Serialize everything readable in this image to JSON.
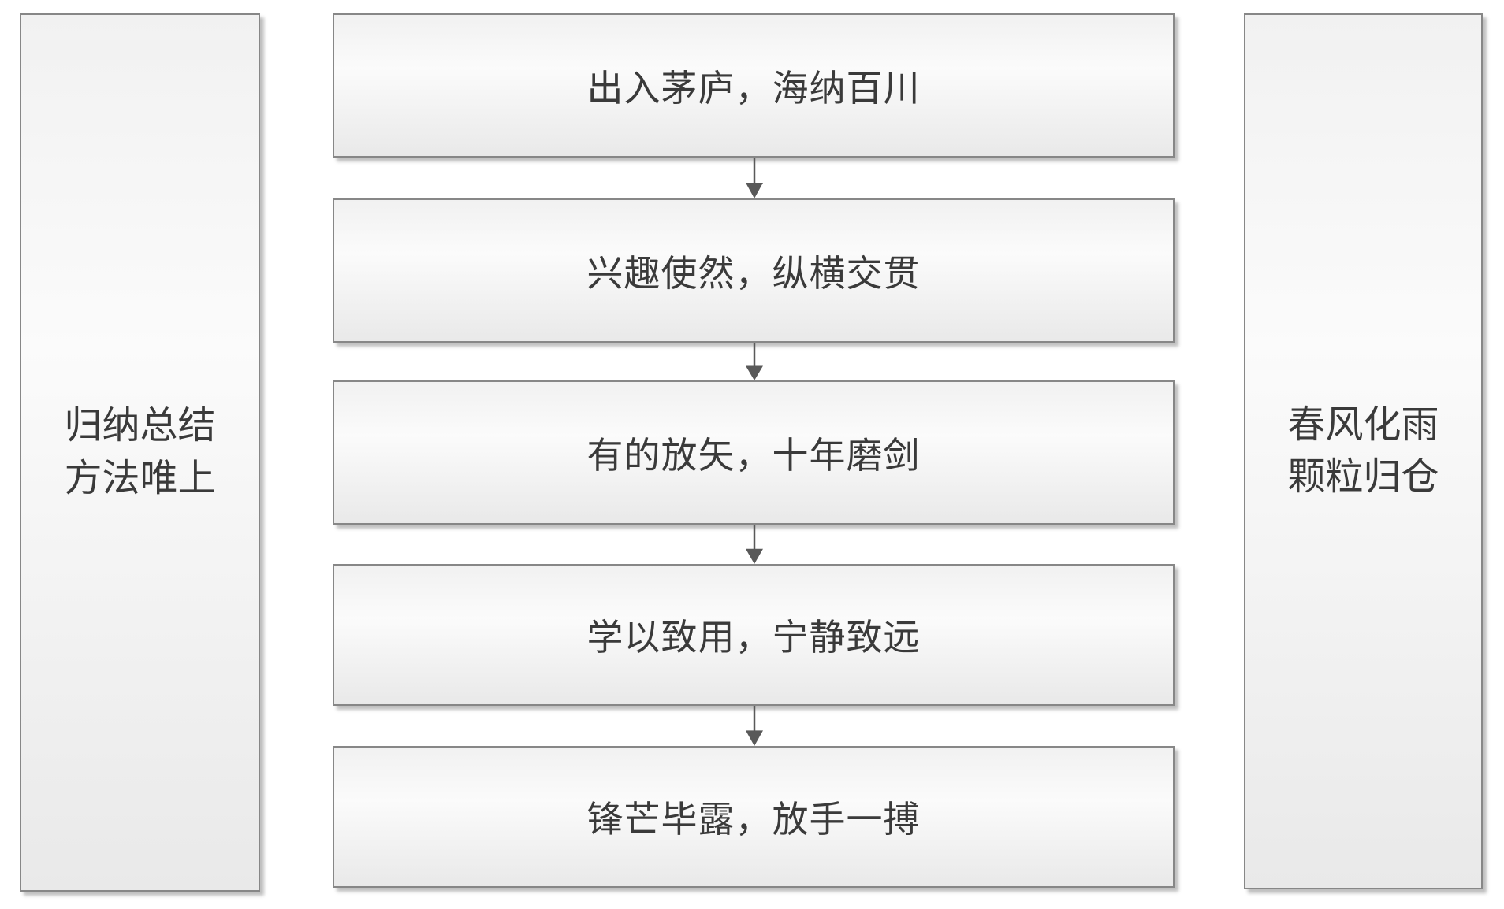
{
  "diagram": {
    "left_panel": {
      "line1": "归纳总结",
      "line2": "方法唯上"
    },
    "right_panel": {
      "line1": "春风化雨",
      "line2": "颗粒归仓"
    },
    "steps": [
      "出入茅庐，海纳百川",
      "兴趣使然，纵横交贯",
      "有的放矢，十年磨剑",
      "学以致用，宁静致远",
      "锋芒毕露，放手一搏"
    ],
    "colors": {
      "box_fill_top": "#f1f1f1",
      "box_fill_bottom": "#e9e9e9",
      "box_border": "#878787",
      "arrow": "#595959",
      "text": "#3a3a3a",
      "background": "#ffffff"
    }
  }
}
